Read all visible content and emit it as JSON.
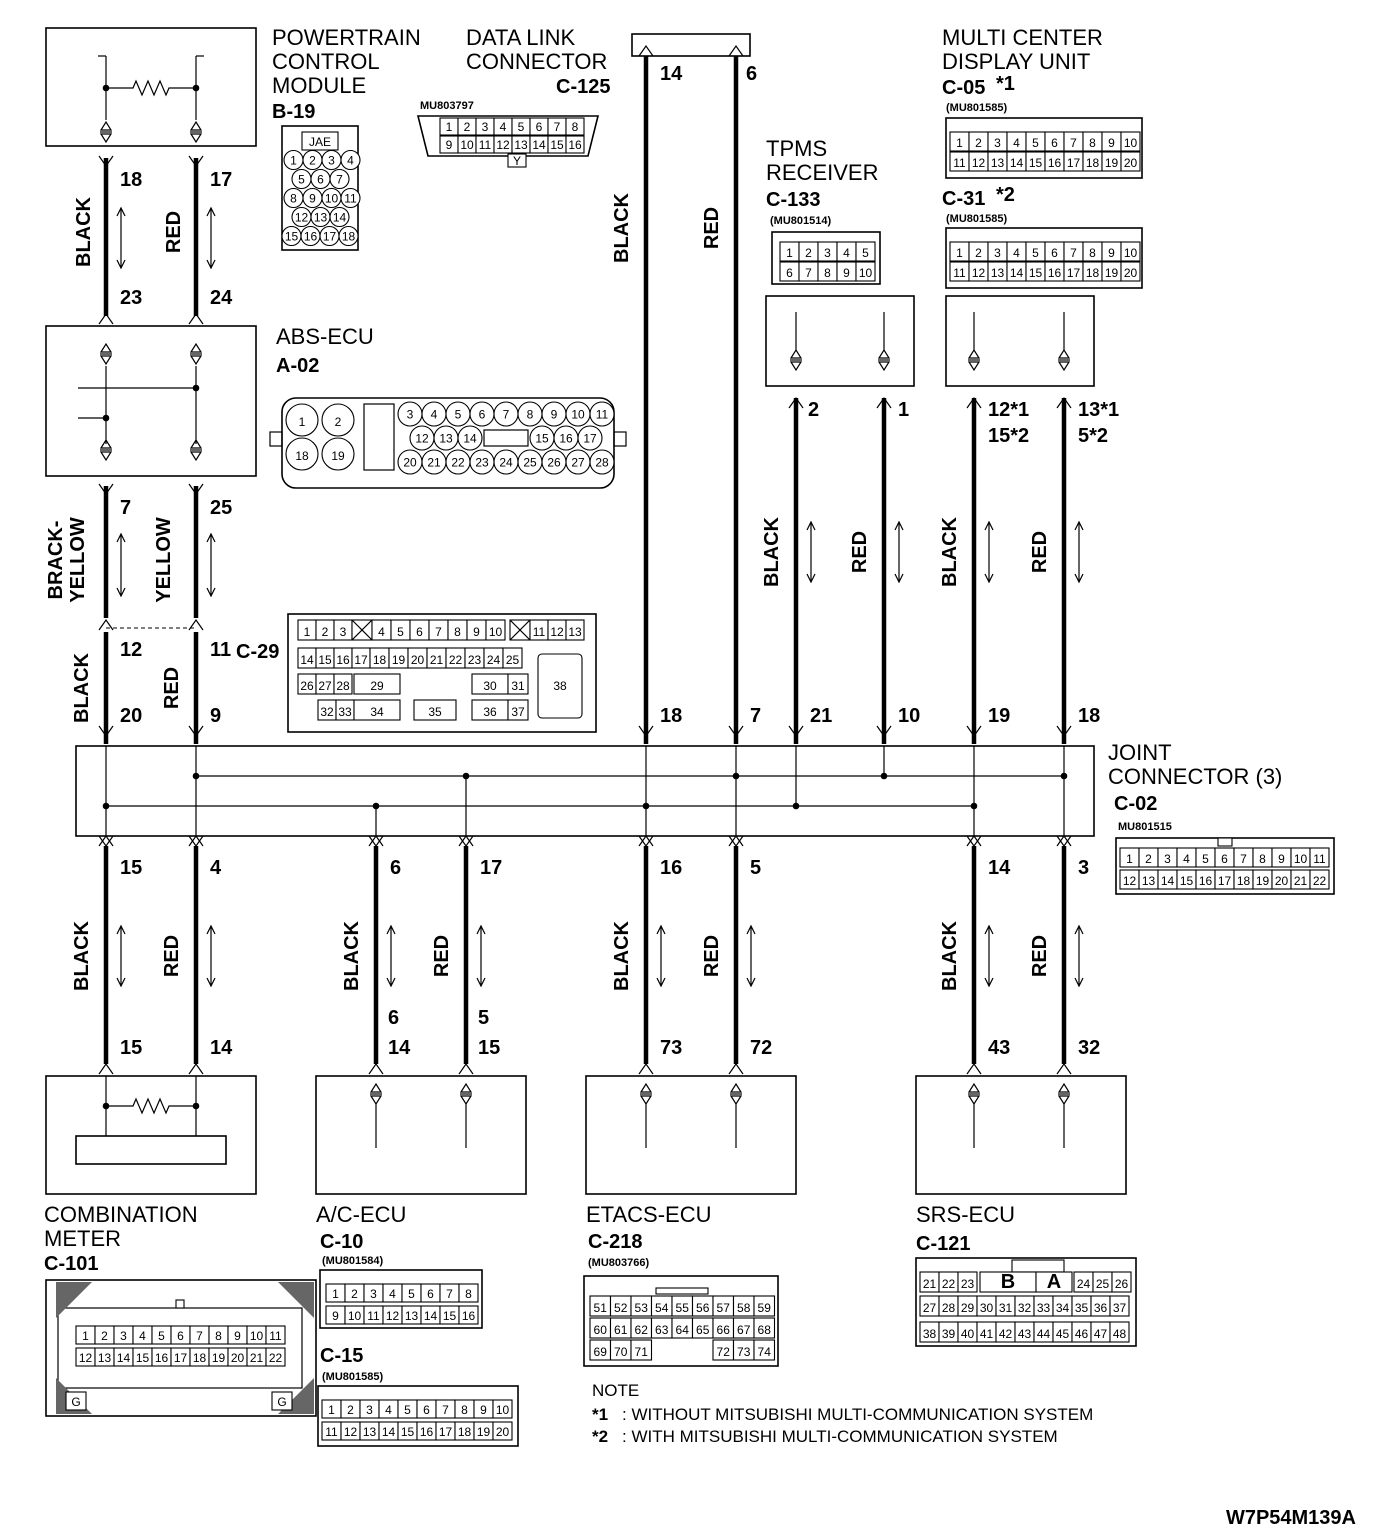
{
  "diagram_id": "W7P54M139A",
  "components": {
    "pcm": {
      "name_lines": [
        "POWERTRAIN",
        "CONTROL",
        "MODULE"
      ],
      "code": "B-19",
      "brand": "JAE",
      "pin_rows": [
        [
          "1",
          "2",
          "3",
          "4"
        ],
        [
          "5",
          "6",
          "7"
        ],
        [
          "8",
          "9",
          "10",
          "11"
        ],
        [
          "12",
          "13",
          "14"
        ],
        [
          "15",
          "16",
          "17",
          "18"
        ]
      ]
    },
    "dlc": {
      "name_lines": [
        "DATA LINK",
        "CONNECTOR"
      ],
      "code": "C-125",
      "part": "MU803797",
      "pin_rows": [
        [
          "1",
          "2",
          "3",
          "4",
          "5",
          "6",
          "7",
          "8"
        ],
        [
          "9",
          "10",
          "11",
          "12",
          "13",
          "14",
          "15",
          "16"
        ]
      ],
      "key": "Y",
      "terminals": [
        "14",
        "6"
      ]
    },
    "mcdu": {
      "name_lines": [
        "MULTI CENTER",
        "DISPLAY UNIT"
      ],
      "conn1": {
        "code": "C-05",
        "mark": "*1",
        "part": "(MU801585)"
      },
      "conn2": {
        "code": "C-31",
        "mark": "*2",
        "part": "(MU801585)"
      },
      "pin_rows": [
        [
          "1",
          "2",
          "3",
          "4",
          "5",
          "6",
          "7",
          "8",
          "9",
          "10"
        ],
        [
          "11",
          "12",
          "13",
          "14",
          "15",
          "16",
          "17",
          "18",
          "19",
          "20"
        ]
      ],
      "terminals_left": [
        "12*1",
        "15*2"
      ],
      "terminals_right": [
        "13*1",
        "5*2"
      ]
    },
    "tpms": {
      "name_lines": [
        "TPMS",
        "RECEIVER"
      ],
      "code": "C-133",
      "part": "(MU801514)",
      "pin_rows": [
        [
          "1",
          "2",
          "3",
          "4",
          "5"
        ],
        [
          "6",
          "7",
          "8",
          "9",
          "10"
        ]
      ],
      "terminals": [
        "2",
        "1"
      ]
    },
    "abs": {
      "name": "ABS-ECU",
      "code": "A-02",
      "big_pins": [
        "1",
        "2",
        "18",
        "19"
      ],
      "pin_rows": [
        [
          "3",
          "4",
          "5",
          "6",
          "7",
          "8",
          "9",
          "10",
          "11"
        ],
        [
          "12",
          "13",
          "14",
          "15",
          "16",
          "17"
        ],
        [
          "20",
          "21",
          "22",
          "23",
          "24",
          "25",
          "26",
          "27",
          "28"
        ]
      ]
    },
    "c29": {
      "code": "C-29",
      "row1": [
        "1",
        "2",
        "3",
        "4",
        "5",
        "6",
        "7",
        "8",
        "9",
        "10",
        "11",
        "12",
        "13"
      ],
      "row2": [
        "14",
        "15",
        "16",
        "17",
        "18",
        "19",
        "20",
        "21",
        "22",
        "23",
        "24",
        "25"
      ],
      "row3": [
        "26",
        "27",
        "28",
        "29",
        "30",
        "31"
      ],
      "row4": [
        "32",
        "33",
        "34",
        "35",
        "36",
        "37"
      ],
      "big": "38"
    },
    "joint": {
      "name_lines": [
        "JOINT",
        "CONNECTOR (3)"
      ],
      "code": "C-02",
      "part": "MU801515",
      "pin_rows": [
        [
          "1",
          "2",
          "3",
          "4",
          "5",
          "6",
          "7",
          "8",
          "9",
          "10",
          "11"
        ],
        [
          "12",
          "13",
          "14",
          "15",
          "16",
          "17",
          "18",
          "19",
          "20",
          "21",
          "22"
        ]
      ]
    },
    "meter": {
      "name_lines": [
        "COMBINATION",
        "METER"
      ],
      "code": "C-101",
      "pin_rows": [
        [
          "1",
          "2",
          "3",
          "4",
          "5",
          "6",
          "7",
          "8",
          "9",
          "10",
          "11"
        ],
        [
          "12",
          "13",
          "14",
          "15",
          "16",
          "17",
          "18",
          "19",
          "20",
          "21",
          "22"
        ]
      ],
      "ground": "G"
    },
    "ac": {
      "name": "A/C-ECU",
      "code": "C-10",
      "part": "(MU801584)",
      "pin_rows": [
        [
          "1",
          "2",
          "3",
          "4",
          "5",
          "6",
          "7",
          "8"
        ],
        [
          "9",
          "10",
          "11",
          "12",
          "13",
          "14",
          "15",
          "16"
        ]
      ],
      "conn2": {
        "code": "C-15",
        "part": "(MU801585)",
        "pin_rows": [
          [
            "1",
            "2",
            "3",
            "4",
            "5",
            "6",
            "7",
            "8",
            "9",
            "10"
          ],
          [
            "11",
            "12",
            "13",
            "14",
            "15",
            "16",
            "17",
            "18",
            "19",
            "20"
          ]
        ]
      }
    },
    "etacs": {
      "name": "ETACS-ECU",
      "code": "C-218",
      "part": "(MU803766)",
      "pin_rows": [
        [
          "51",
          "52",
          "53",
          "54",
          "55",
          "56",
          "57",
          "58",
          "59"
        ],
        [
          "60",
          "61",
          "62",
          "63",
          "64",
          "65",
          "66",
          "67",
          "68"
        ],
        [
          "69",
          "70",
          "71",
          "",
          "",
          "",
          "72",
          "73",
          "74"
        ]
      ]
    },
    "srs": {
      "name": "SRS-ECU",
      "code": "C-121",
      "pin_rows": [
        [
          "21",
          "22",
          "23",
          "B",
          "A",
          "24",
          "25",
          "26"
        ],
        [
          "27",
          "28",
          "29",
          "30",
          "31",
          "32",
          "33",
          "34",
          "35",
          "36",
          "37"
        ],
        [
          "38",
          "39",
          "40",
          "41",
          "42",
          "43",
          "44",
          "45",
          "46",
          "47",
          "48"
        ]
      ]
    }
  },
  "wires": {
    "pcm_abs_left": {
      "color": "BLACK",
      "from": "18",
      "to": "23"
    },
    "pcm_abs_right": {
      "color": "RED",
      "from": "17",
      "to": "24"
    },
    "abs_c29_left": {
      "color": "BRACK-YELLOW",
      "color_lines": [
        "BRACK-",
        "YELLOW"
      ],
      "from": "7",
      "to": "12"
    },
    "abs_c29_right": {
      "color": "YELLOW",
      "from": "25",
      "to": "11"
    },
    "c29_joint_left": {
      "color": "BLACK",
      "to": "20"
    },
    "c29_joint_right": {
      "color": "RED",
      "to": "9"
    },
    "dlc_joint_left": {
      "color": "BLACK",
      "to": "18"
    },
    "dlc_joint_right": {
      "color": "RED",
      "to": "7"
    },
    "tpms_joint_left": {
      "color": "BLACK",
      "to": "21"
    },
    "tpms_joint_right": {
      "color": "RED",
      "to": "10"
    },
    "mcdu_joint_left": {
      "color": "BLACK",
      "to": "19"
    },
    "mcdu_joint_right": {
      "color": "RED",
      "to": "18"
    },
    "joint_meter_left": {
      "color": "BLACK",
      "from": "15",
      "to": "15"
    },
    "joint_meter_right": {
      "color": "RED",
      "from": "4",
      "to": "14"
    },
    "joint_ac_left": {
      "color": "BLACK",
      "from": "6",
      "to_lines": [
        "6",
        "14"
      ]
    },
    "joint_ac_right": {
      "color": "RED",
      "from": "17",
      "to_lines": [
        "5",
        "15"
      ]
    },
    "joint_etacs_left": {
      "color": "BLACK",
      "from": "16",
      "to": "73"
    },
    "joint_etacs_right": {
      "color": "RED",
      "from": "5",
      "to": "72"
    },
    "joint_srs_left": {
      "color": "BLACK",
      "from": "14",
      "to": "43"
    },
    "joint_srs_right": {
      "color": "RED",
      "from": "3",
      "to": "32"
    }
  },
  "note": {
    "title": "NOTE",
    "items": [
      {
        "mark": "*1",
        "text": ": WITHOUT MITSUBISHI MULTI-COMMUNICATION SYSTEM"
      },
      {
        "mark": "*2",
        "text": ": WITH MITSUBISHI MULTI-COMMUNICATION SYSTEM"
      }
    ]
  }
}
